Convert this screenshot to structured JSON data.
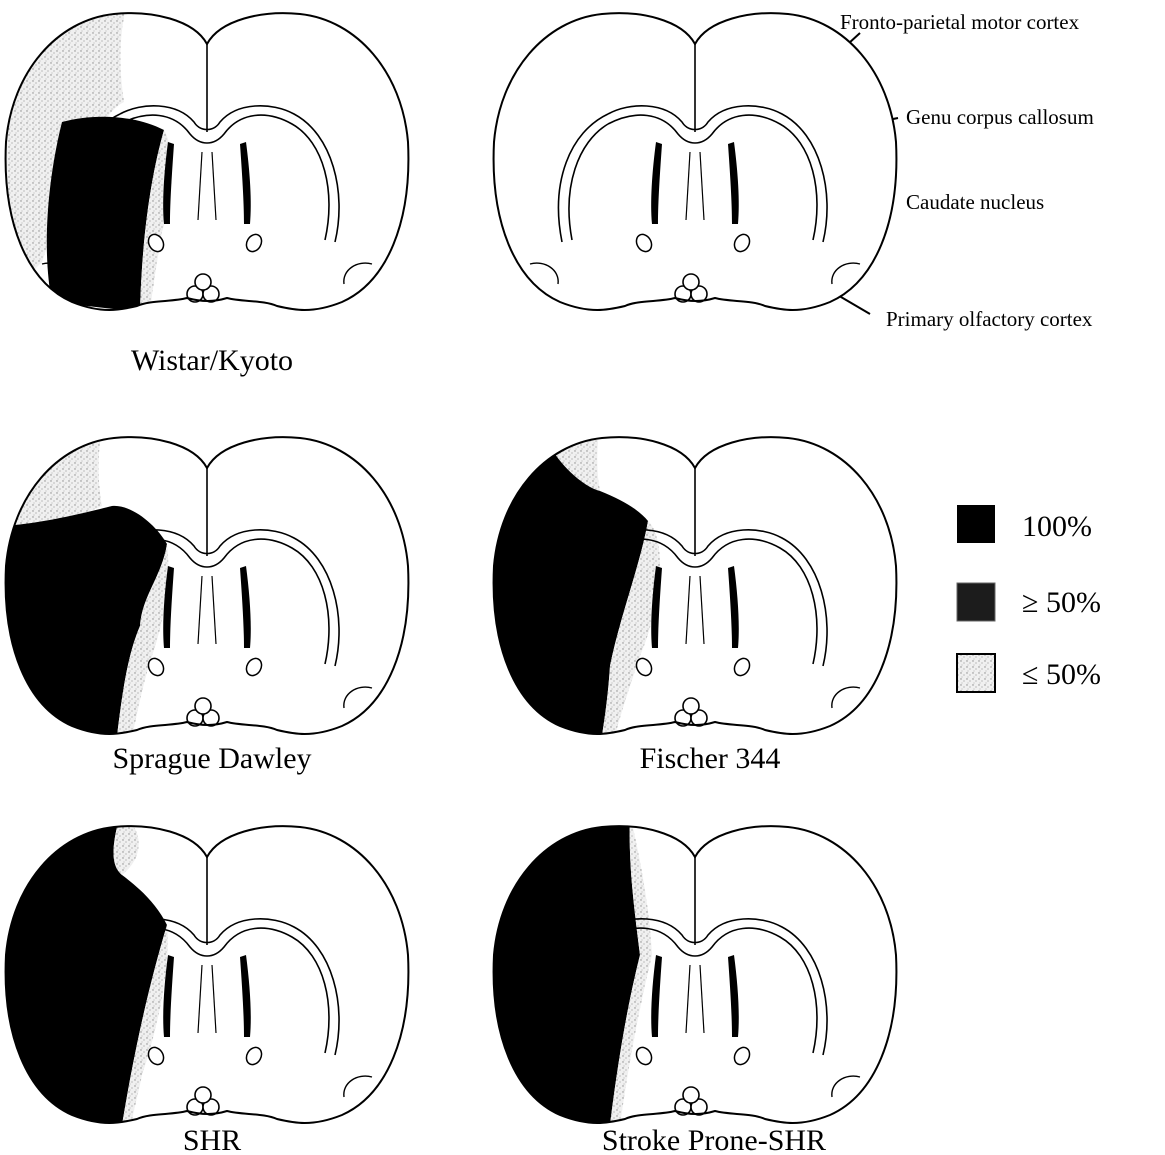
{
  "panels": [
    {
      "caption": "Wistar/Kyoto",
      "lesion": "wistar"
    },
    {
      "caption": "",
      "lesion": "none"
    },
    {
      "caption": "Sprague Dawley",
      "lesion": "sprague"
    },
    {
      "caption": "Fischer 344",
      "lesion": "fischer"
    },
    {
      "caption": "SHR",
      "lesion": "shr"
    },
    {
      "caption": "Stroke Prone-SHR",
      "lesion": "spshr"
    }
  ],
  "annotations": {
    "motor": "Fronto-parietal motor cortex",
    "genu": "Genu corpus callosum",
    "caudate": "Caudate nucleus",
    "olfactory": "Primary olfactory cortex"
  },
  "legend": [
    {
      "label": "100%",
      "color": "#000000"
    },
    {
      "label": "≥ 50%",
      "color": "#1c1c1c"
    },
    {
      "label": "≤ 50%",
      "color": "#e3e3e3"
    }
  ]
}
